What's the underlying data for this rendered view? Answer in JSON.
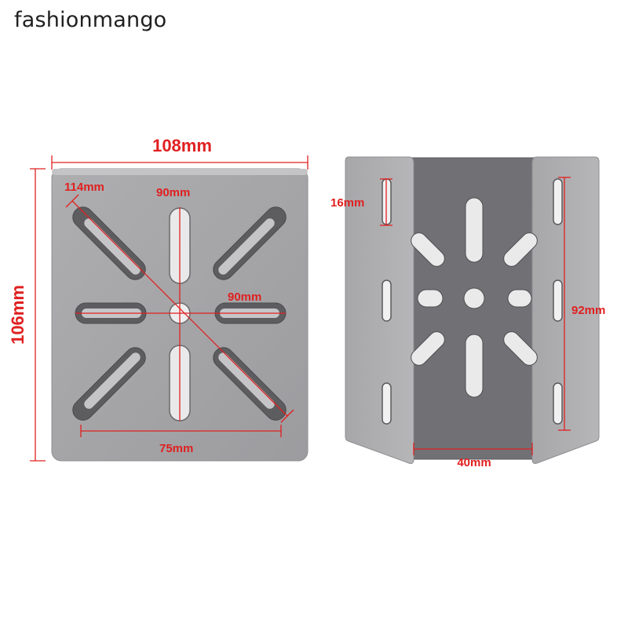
{
  "watermark": "fashionmango",
  "front_view": {
    "width_label": "108mm",
    "height_label": "106mm",
    "diagonal_label": "114mm",
    "vertical_slot_label": "90mm",
    "horizontal_slot_label": "90mm",
    "bottom_span_label": "75mm"
  },
  "side_view": {
    "slot_label": "16mm",
    "height_label": "92mm",
    "channel_width_label": "40mm"
  },
  "colors": {
    "dimension": "#e02020",
    "plate": "#a3a3a5",
    "plate_dark": "#7d7d80",
    "slot": "#5b5b5e"
  }
}
